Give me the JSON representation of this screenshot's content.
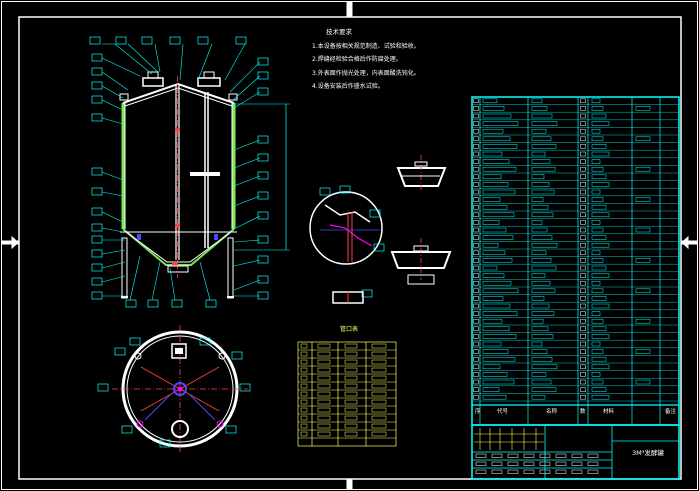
{
  "notes": {
    "title": "技术要求",
    "items": [
      "1.本设备按相关规范制造、试验和验收。",
      "2.焊缝经检验合格后作防腐处理。",
      "3.外表面作抛光处理，内表面酸洗钝化。",
      "4.设备安装后作盛水试验。"
    ]
  },
  "nozzle_table": {
    "title": "管口表"
  },
  "parts_list": {
    "headers": [
      "序",
      "代号",
      "名称",
      "数",
      "材料",
      "备注"
    ]
  },
  "title_block": {
    "drawing_name": "3M³发酵罐"
  },
  "colors": {
    "background": "#000000",
    "frame": "#ffffff",
    "table": "#00ffff",
    "vessel": "#7ce85a",
    "nozzle_table": "#ffff66",
    "dimension": "#00ffff",
    "centerline": "#ff4040",
    "accent": "#ff00ff",
    "annotation": "#4a4aff"
  }
}
